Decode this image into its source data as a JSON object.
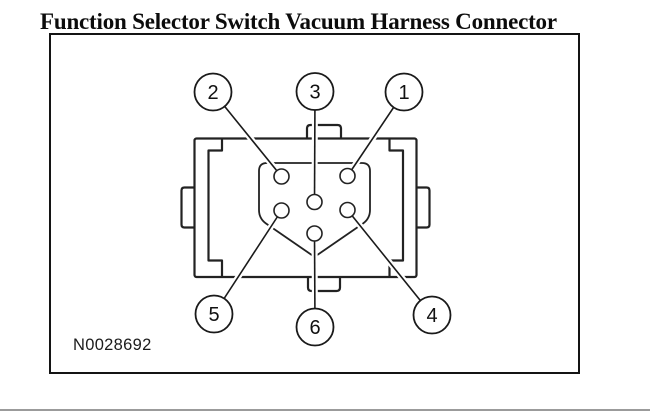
{
  "page": {
    "title": "Function Selector Switch Vacuum Harness Connector",
    "figure_id": "N0028692"
  },
  "diagram": {
    "callouts": [
      {
        "id": "callout-2",
        "label": "2"
      },
      {
        "id": "callout-3",
        "label": "3"
      },
      {
        "id": "callout-1",
        "label": "1"
      },
      {
        "id": "callout-5",
        "label": "5"
      },
      {
        "id": "callout-6",
        "label": "6"
      },
      {
        "id": "callout-4",
        "label": "4"
      }
    ]
  },
  "colors": {
    "line": "#222222",
    "leader": "#1a1a1a",
    "frame_border": "#141414",
    "bottom_rule": "#9b9b9b",
    "background": "#ffffff"
  }
}
